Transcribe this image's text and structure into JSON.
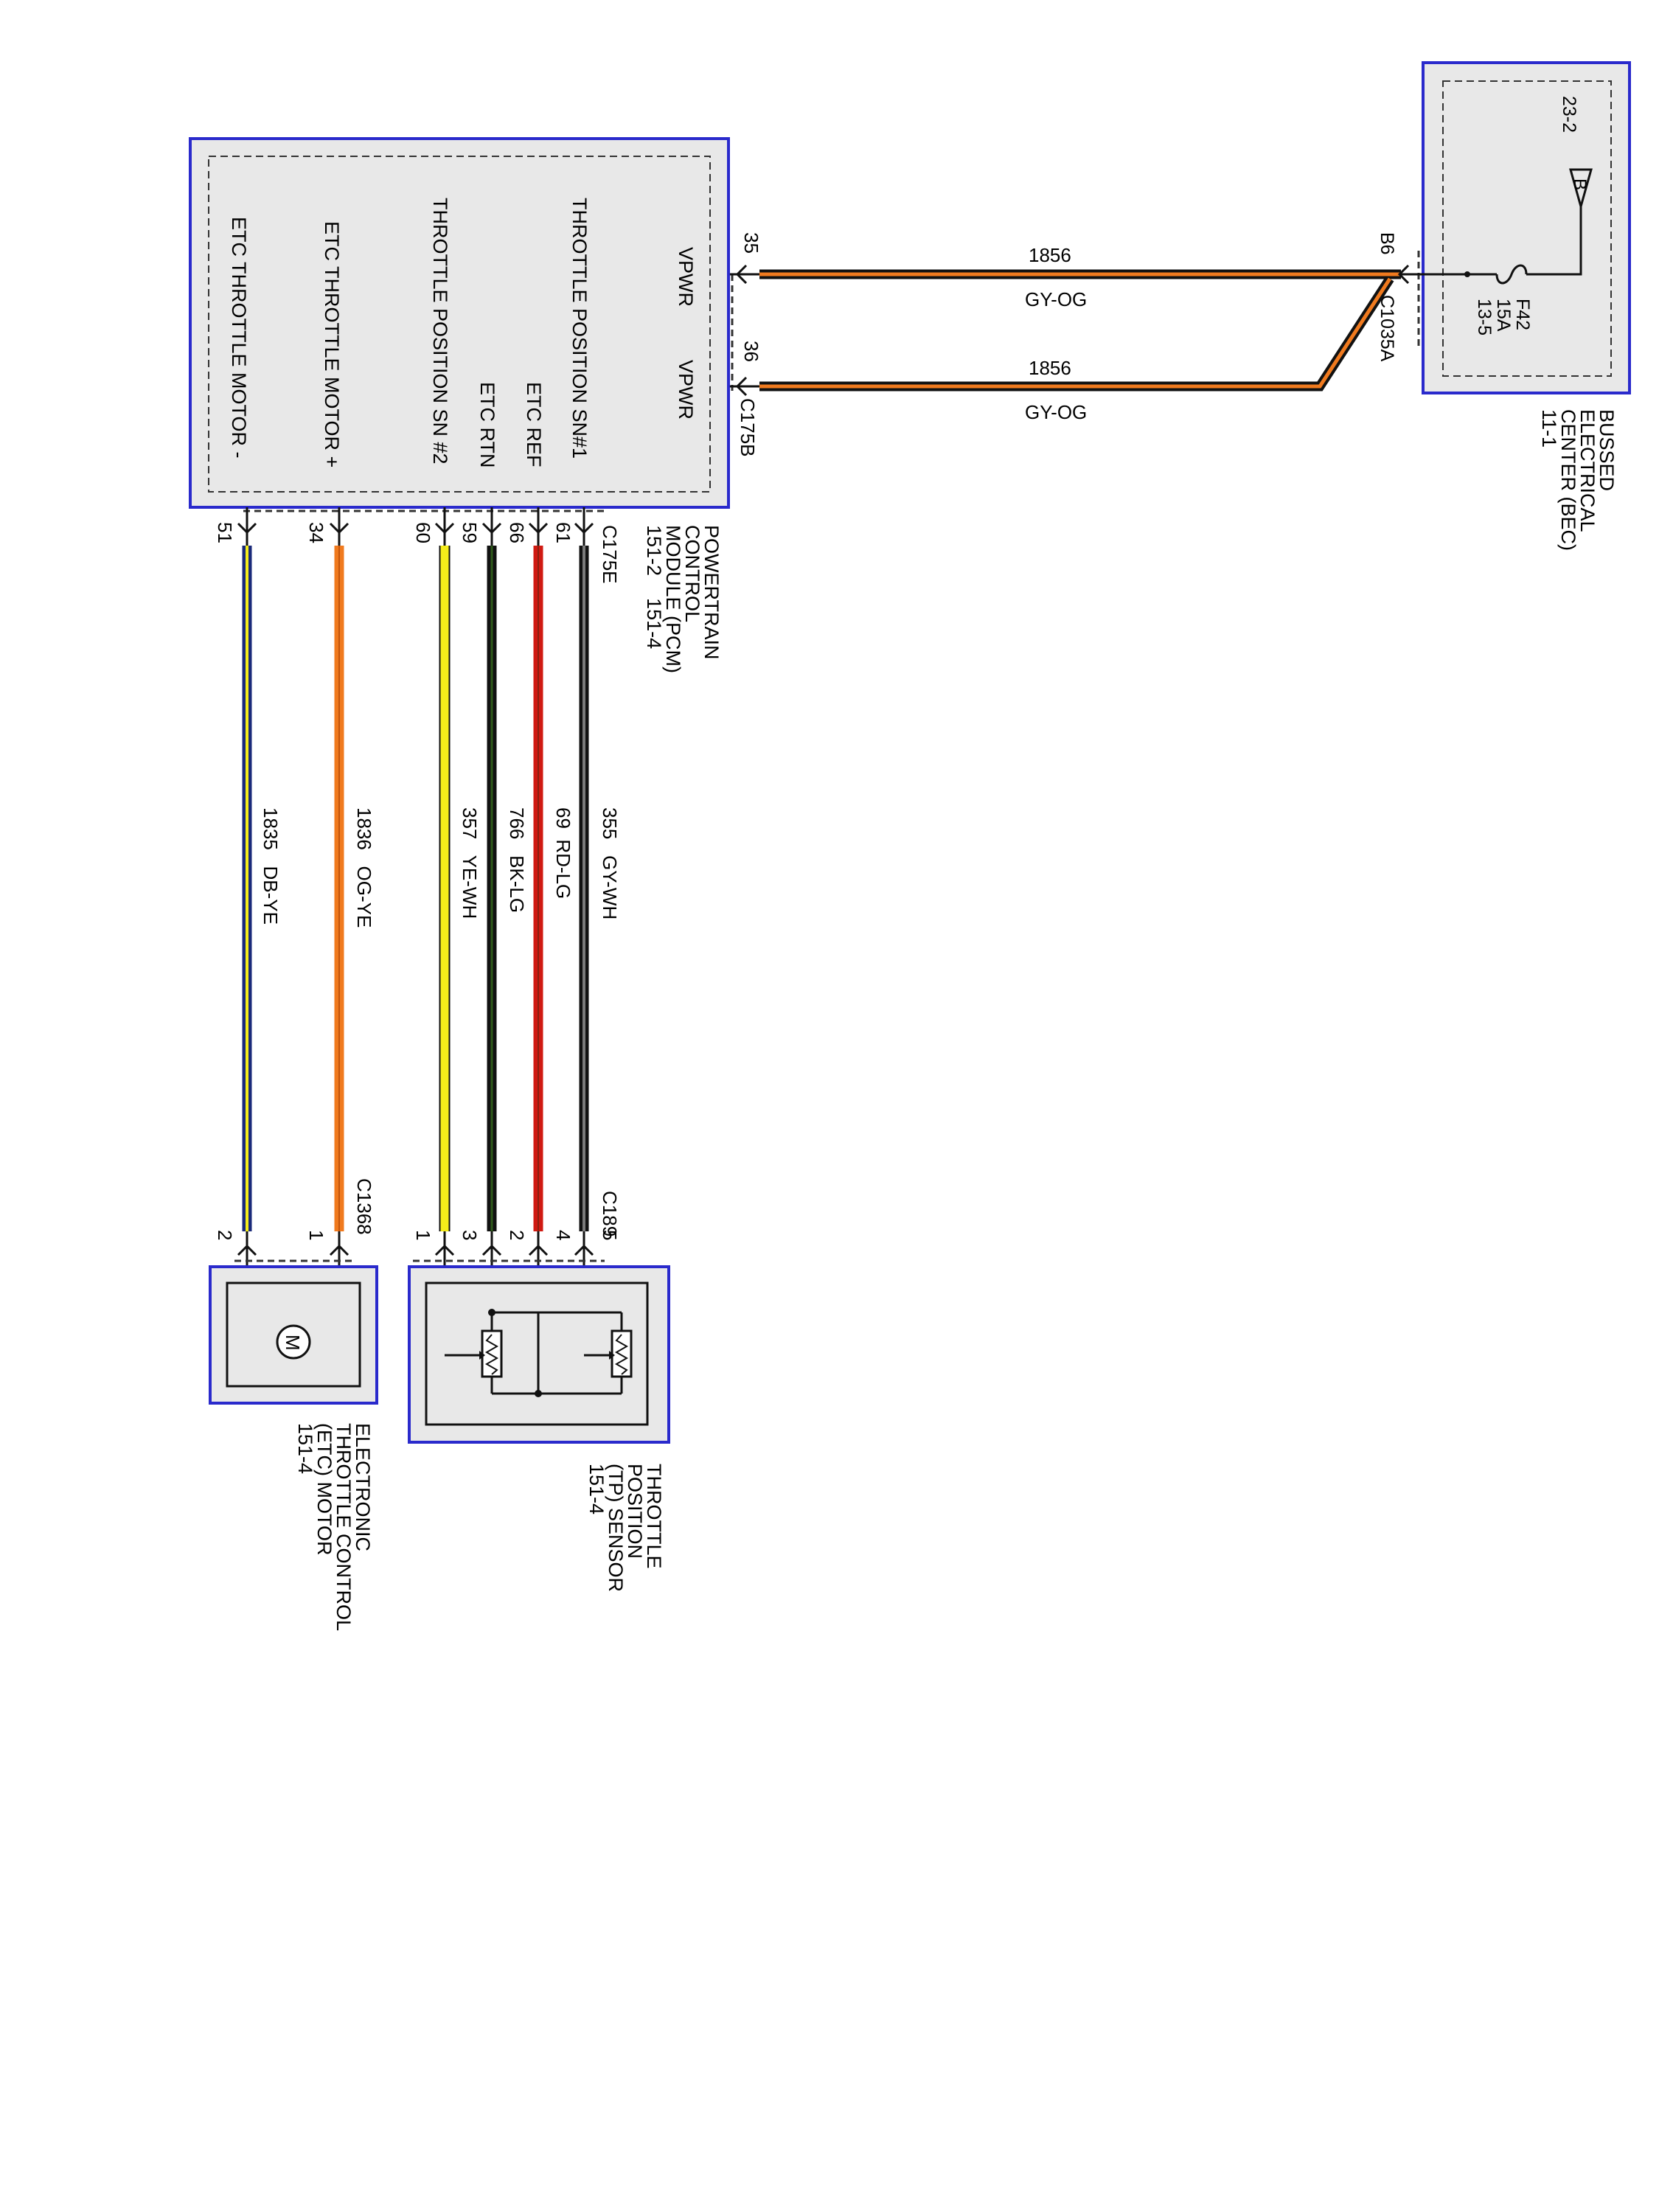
{
  "pcm": {
    "name_lines": [
      "POWERTRAIN",
      "CONTROL",
      "MODULE (PCM)",
      "151-2    151-4"
    ],
    "connectors": {
      "c175b": "C175B",
      "c175e": "C175E"
    },
    "pins": {
      "vpwr_a": {
        "label": "VPWR",
        "pin": "35"
      },
      "vpwr_b": {
        "label": "VPWR",
        "pin": "36"
      },
      "tp_sn1": {
        "label": "THROTTLE POSITION SN#1"
      },
      "etc_ref": {
        "label": "ETC REF",
        "pin": "61"
      },
      "etc_rtn": {
        "label": "ETC RTN",
        "pin": "66"
      },
      "tp_sn2": {
        "label": "THROTTLE POSITION SN #2",
        "pin": "59"
      },
      "spare_60": {
        "pin": "60"
      },
      "motor_plus": {
        "label": "ETC THROTTLE MOTOR +",
        "pin": "34"
      },
      "motor_minus": {
        "label": "ETC THROTTLE MOTOR -",
        "pin": "51"
      }
    }
  },
  "bec": {
    "name_lines": [
      "BUSSED",
      "ELECTRICAL",
      "CENTER (BEC)",
      "11-1"
    ],
    "bus_label": "B",
    "ref": "23-2",
    "fuse": {
      "id": "F42",
      "rating": "15A",
      "ref": "13-5"
    },
    "connector": "C1035A",
    "pin": "B6"
  },
  "wires": {
    "vpwr_a": {
      "circuit": "1856",
      "color": "GY-OG"
    },
    "vpwr_b": {
      "circuit": "1856",
      "color": "GY-OG"
    },
    "tp_sn1": {
      "circuit": "355",
      "color": "GY-WH"
    },
    "etc_ref": {
      "circuit": "69",
      "color": "RD-LG"
    },
    "etc_rtn": {
      "circuit": "766",
      "color": "BK-LG"
    },
    "tp_sn2": {
      "circuit": "357",
      "color": "YE-WH"
    },
    "motor_plus": {
      "circuit": "1836",
      "color": "OG-YE"
    },
    "motor_minus": {
      "circuit": "1835",
      "color": "DB-YE"
    }
  },
  "tp_sensor": {
    "name_lines": [
      "THROTTLE",
      "POSITION",
      "(TP) SENSOR",
      "151-4"
    ],
    "connector": "C189",
    "pins": [
      "1",
      "3",
      "2",
      "4",
      "5"
    ]
  },
  "etc_motor": {
    "name_lines": [
      "ELECTRONIC",
      "THROTTLE CONTROL",
      "(ETC) MOTOR",
      "151-4"
    ],
    "connector": "C1368",
    "pins": [
      "2",
      "1"
    ],
    "symbol": "M"
  },
  "colors": {
    "module_border": "#2a2acc",
    "module_fill": "#e8e8e8",
    "GY": "#7a7a7a",
    "OG": "#f07a1e",
    "WH": "#ffffff",
    "RD": "#d01a12",
    "LG": "#8fd16a",
    "BK": "#111111",
    "YE": "#f4ec1a",
    "DB": "#1a2a7a"
  }
}
